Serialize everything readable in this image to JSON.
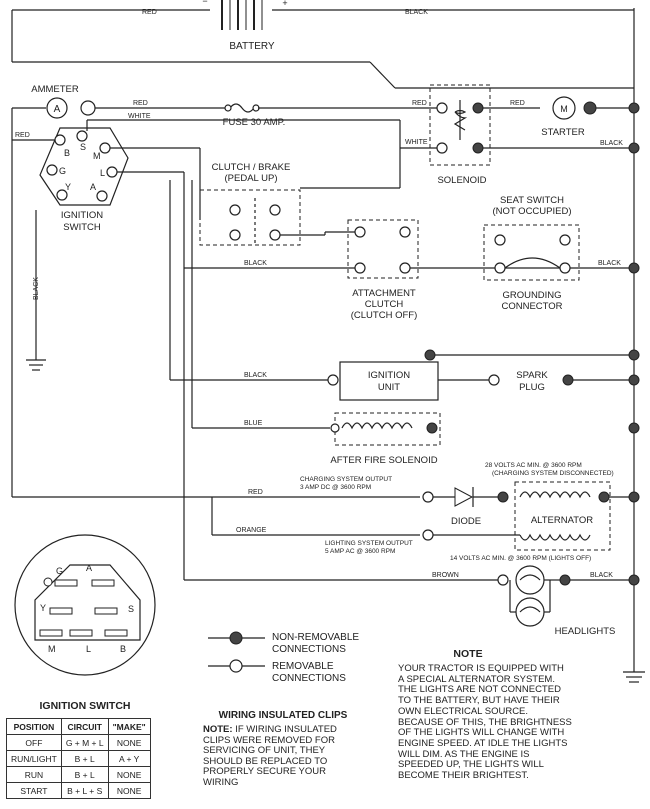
{
  "wire_colors": {
    "red": "RED",
    "black": "BLACK",
    "white": "WHITE",
    "blue": "BLUE",
    "orange": "ORANGE",
    "brown": "BROWN"
  },
  "components": {
    "battery": "BATTERY",
    "ammeter": "AMMETER",
    "ammeter_symbol": "A",
    "fuse": "FUSE 30 AMP.",
    "starter": "STARTER",
    "starter_symbol": "M",
    "solenoid": "SOLENOID",
    "clutch_brake": "CLUTCH / BRAKE",
    "clutch_brake_sub": "(PEDAL UP)",
    "seat_switch": "SEAT SWITCH",
    "seat_switch_sub": "(NOT OCCUPIED)",
    "ignition_switch": "IGNITION",
    "ignition_switch_sub": "SWITCH",
    "attachment_clutch": "ATTACHMENT",
    "attachment_clutch_2": "CLUTCH",
    "attachment_clutch_3": "(CLUTCH OFF)",
    "grounding_connector": "GROUNDING",
    "grounding_connector_2": "CONNECTOR",
    "ignition_unit": "IGNITION",
    "ignition_unit_2": "UNIT",
    "spark_plug": "SPARK",
    "spark_plug_2": "PLUG",
    "after_fire": "AFTER FIRE SOLENOID",
    "diode": "DIODE",
    "alternator": "ALTERNATOR",
    "headlights": "HEADLIGHTS",
    "charging_output": "CHARGING SYSTEM OUTPUT",
    "charging_output_2": "3 AMP DC @ 3600 RPM",
    "volts_28": "28 VOLTS AC MIN. @ 3600 RPM",
    "volts_28_2": "(CHARGING SYSTEM DISCONNECTED)",
    "lighting_output": "LIGHTING SYSTEM OUTPUT",
    "lighting_output_2": "5 AMP AC @ 3600 RPM",
    "volts_14": "14 VOLTS AC MIN. @ 3600 RPM (LIGHTS OFF)"
  },
  "ignition_terminals": [
    "B",
    "S",
    "M",
    "G",
    "L",
    "Y",
    "A"
  ],
  "ignition_face": [
    "G",
    "A",
    "Y",
    "S",
    "M",
    "L",
    "B"
  ],
  "legend": {
    "non_removable": "NON-REMOVABLE",
    "non_removable_2": "CONNECTIONS",
    "removable": "REMOVABLE",
    "removable_2": "CONNECTIONS"
  },
  "ignition_table": {
    "title": "IGNITION SWITCH",
    "headers": [
      "POSITION",
      "CIRCUIT",
      "\"MAKE\""
    ],
    "rows": [
      [
        "OFF",
        "G + M + L",
        "NONE"
      ],
      [
        "RUN/LIGHT",
        "B + L",
        "A + Y"
      ],
      [
        "RUN",
        "B + L",
        "NONE"
      ],
      [
        "START",
        "B + L + S",
        "NONE"
      ]
    ]
  },
  "clips_note": {
    "title": "WIRING INSULATED CLIPS",
    "prefix": "NOTE:",
    "body": " IF WIRING INSULATED\nCLIPS WERE REMOVED FOR\nSERVICING OF UNIT, THEY\nSHOULD BE REPLACED TO\nPROPERLY SECURE YOUR\nWIRING"
  },
  "note": {
    "title": "NOTE",
    "body": "YOUR TRACTOR IS EQUIPPED WITH\nA SPECIAL ALTERNATOR SYSTEM.\nTHE LIGHTS ARE NOT CONNECTED\nTO THE BATTERY, BUT HAVE THEIR\nOWN ELECTRICAL SOURCE.\nBECAUSE OF THIS, THE BRIGHTNESS\nOF THE LIGHTS WILL CHANGE WITH\nENGINE SPEED. AT IDLE THE LIGHTS\nWILL DIM. AS THE ENGINE IS\nSPEEDED UP, THE LIGHTS WILL\nBECOME THEIR BRIGHTEST."
  }
}
